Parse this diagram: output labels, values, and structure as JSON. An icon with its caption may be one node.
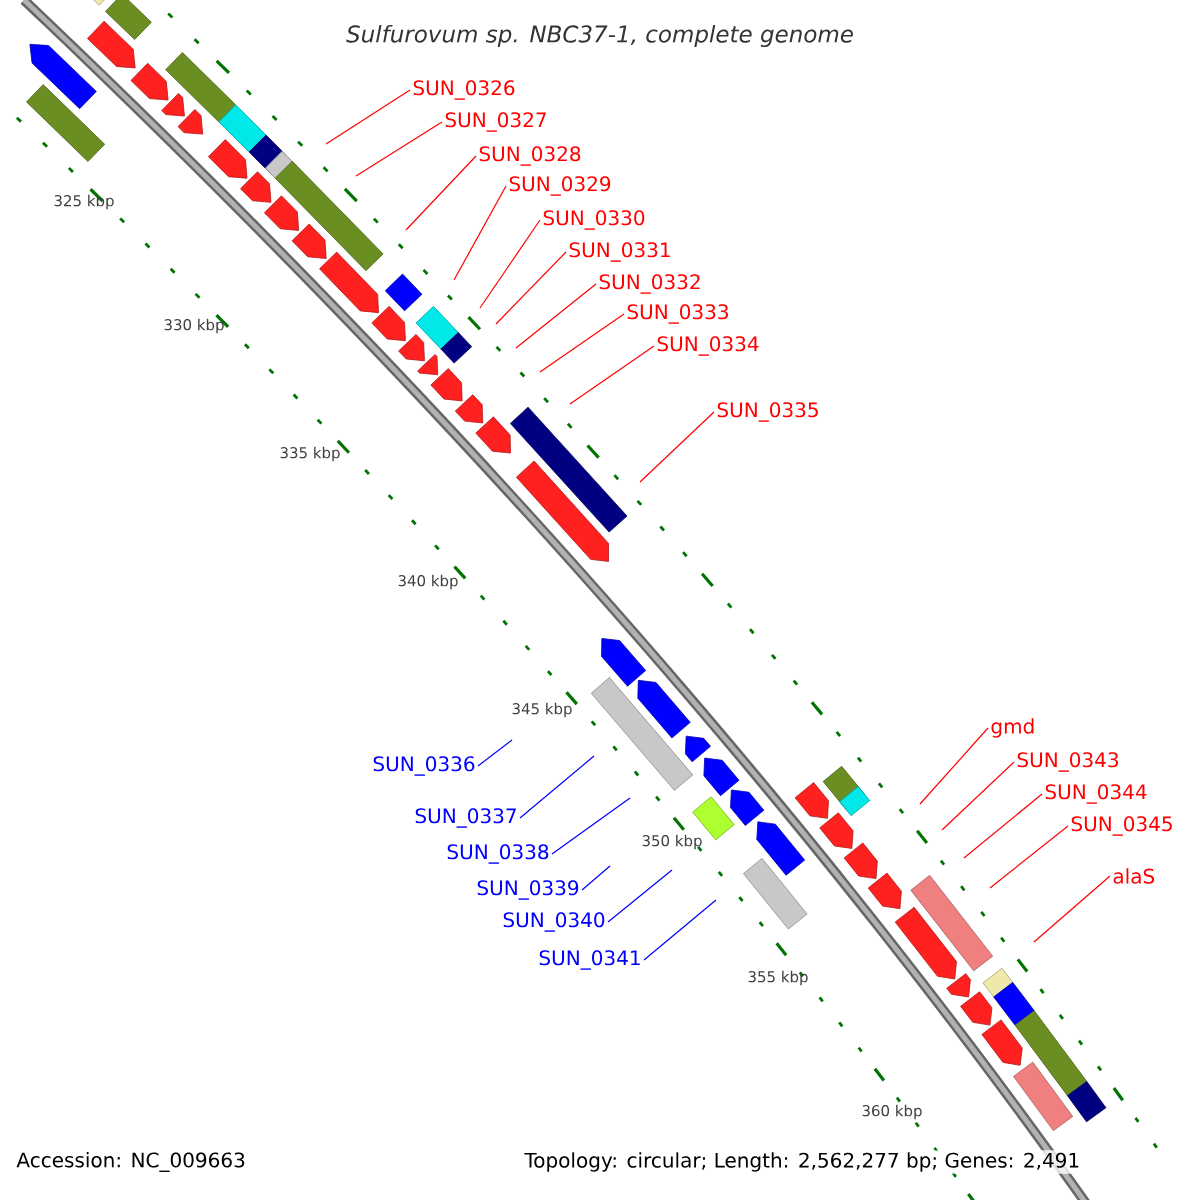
{
  "diagram": {
    "title": "Sulfurovum sp. NBC37-1, complete genome",
    "nodes": [
      {
        "text": [
          "SUN_0326"
        ]
      },
      {
        "text": [
          "SUN_0327"
        ]
      },
      {
        "text": [
          "SUN_0328"
        ]
      },
      {
        "text": [
          "SUN_0329"
        ]
      },
      {
        "text": [
          "SUN_0330"
        ]
      },
      {
        "text": [
          "SUN_0331"
        ]
      },
      {
        "text": [
          "SUN_0332"
        ]
      },
      {
        "text": [
          "SUN_0333"
        ]
      },
      {
        "text": [
          "SUN_0334"
        ]
      },
      {
        "text": [
          "SUN_0335"
        ]
      },
      {
        "text": [
          "SUN_0336"
        ]
      },
      {
        "text": [
          "SUN_0337"
        ]
      },
      {
        "text": [
          "SUN_0338"
        ]
      },
      {
        "text": [
          "SUN_0339"
        ]
      },
      {
        "text": [
          "SUN_0340"
        ]
      },
      {
        "text": [
          "SUN_0341"
        ]
      },
      {
        "text": [
          "gmd"
        ]
      },
      {
        "text": [
          "SUN_0343"
        ]
      },
      {
        "text": [
          "SUN_0344"
        ]
      },
      {
        "text": [
          "SUN_0345"
        ]
      },
      {
        "text": [
          "alaS"
        ]
      }
    ],
    "edges": [
      {
        "from": 0,
        "to": null,
        "arrow": "none"
      },
      {
        "from": 1,
        "to": null,
        "arrow": "none"
      },
      {
        "from": 2,
        "to": null,
        "arrow": "none"
      },
      {
        "from": 3,
        "to": null,
        "arrow": "none"
      },
      {
        "from": 4,
        "to": null,
        "arrow": "none"
      },
      {
        "from": 5,
        "to": null,
        "arrow": "none"
      },
      {
        "from": 6,
        "to": null,
        "arrow": "none"
      },
      {
        "from": 7,
        "to": null,
        "arrow": "none"
      },
      {
        "from": 8,
        "to": null,
        "arrow": "none"
      },
      {
        "from": 9,
        "to": null,
        "arrow": "none"
      },
      {
        "from": 10,
        "to": null,
        "arrow": "none",
        "color": "#0000ff"
      },
      {
        "from": 11,
        "to": null,
        "arrow": "none",
        "color": "#0000ff"
      },
      {
        "from": 12,
        "to": null,
        "arrow": "none",
        "color": "#0000ff"
      },
      {
        "from": 13,
        "to": null,
        "arrow": "none",
        "color": "#0000ff"
      },
      {
        "from": 14,
        "to": null,
        "arrow": "none",
        "color": "#0000ff"
      },
      {
        "from": 15,
        "to": null,
        "arrow": "none",
        "color": "#0000ff"
      },
      {
        "from": 16,
        "to": null,
        "arrow": "none"
      },
      {
        "from": 17,
        "to": null,
        "arrow": "none"
      },
      {
        "from": 18,
        "to": null,
        "arrow": "none"
      },
      {
        "from": 19,
        "to": null,
        "arrow": "none"
      },
      {
        "from": 20,
        "to": null,
        "arrow": "none"
      }
    ],
    "labels": [
      "325 kbp",
      "330 kbp",
      "335 kbp",
      "340 kbp",
      "345 kbp",
      "350 kbp",
      "355 kbp",
      "360 kbp",
      "Accession: NC_009663",
      "Topology: circular; Length: 2,562,277 bp; Genes: 2,491"
    ]
  }
}
